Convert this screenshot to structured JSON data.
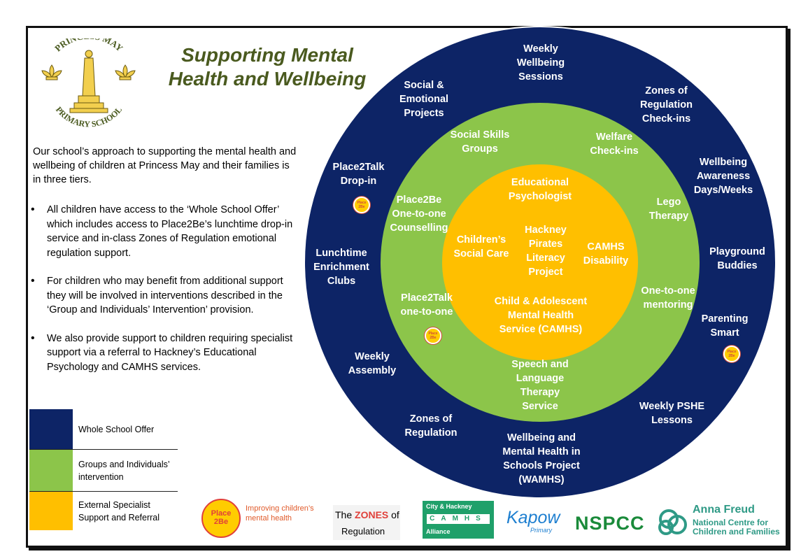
{
  "school": {
    "name_top": "PRINCESS MAY",
    "name_bottom": "PRIMARY SCHOOL"
  },
  "title": "Supporting Mental Health and Wellbeing",
  "intro": "Our school’s approach to supporting the mental health and wellbeing of children at Princess May and their families is in three tiers.",
  "bullets": [
    "All children have access to the ‘Whole School Offer’ which includes access to Place2Be’s lunchtime drop-in service and in-class Zones of Regulation emotional regulation support.",
    "For children who may benefit from additional support they will be involved in interventions described in the ‘Group and Individuals’ Intervention’ provision.",
    "We also provide support to children requiring specialist support via a referral to Hackney’s Educational Psychology and CAMHS services."
  ],
  "legend": [
    {
      "label": "Whole School Offer",
      "color": "#0d2466"
    },
    {
      "label": "Groups and Individuals’ intervention",
      "color": "#8cc54a"
    },
    {
      "label": "External Specialist Support and Referral",
      "color": "#ffbf00"
    }
  ],
  "outer_ring": {
    "weekly_wellbeing": "Weekly Wellbeing Sessions",
    "social_emotional": "Social & Emotional Projects",
    "zones_checkins": "Zones of Regulation Check-ins",
    "place2talk_dropin": "Place2Talk Drop-in",
    "awareness_days": "Wellbeing Awareness Days/Weeks",
    "lunchtime_clubs": "Lunchtime Enrichment Clubs",
    "playground_buddies": "Playground Buddies",
    "parenting_smart": "Parenting Smart",
    "weekly_assembly": "Weekly Assembly",
    "zones_regulation": "Zones of Regulation",
    "weekly_pshe": "Weekly PSHE Lessons",
    "wamhs": "Wellbeing and Mental Health in Schools Project (WAMHS)"
  },
  "middle_ring": {
    "social_skills": "Social Skills Groups",
    "welfare_checkins": "Welfare Check-ins",
    "place2be_counselling": "Place2Be One-to-one Counselling",
    "lego_therapy": "Lego Therapy",
    "place2talk_one": "Place2Talk one-to-one",
    "one_to_one_mentoring": "One-to-one mentoring",
    "salt": "Speech and Language Therapy Service"
  },
  "core": {
    "ed_psych": "Educational Psychologist",
    "social_care": "Children’s Social Care",
    "hackney_pirates": "Hackney Pirates Literacy Project",
    "camhs_disability": "CAMHS Disability",
    "camhs": "Child & Adolescent Mental Health Service (CAMHS)"
  },
  "badge_text": "Place 2Be",
  "footer": {
    "place2be_mark": "Place 2Be",
    "place2be_tagline": "Improving children’s mental health",
    "zones_the": "The",
    "zones_word": "ZONES",
    "zones_of": "of",
    "zones_regulation": "Regulation",
    "camhs_top": "City & Hackney",
    "camhs_letters": "CAMHS",
    "camhs_bottom": "Alliance",
    "kapow": "Kapow",
    "kapow_sub": "Primary",
    "nspcc": "NSPCC",
    "anna_freud_1": "Anna Freud",
    "anna_freud_2": "National Centre for",
    "anna_freud_3": "Children and Families"
  }
}
